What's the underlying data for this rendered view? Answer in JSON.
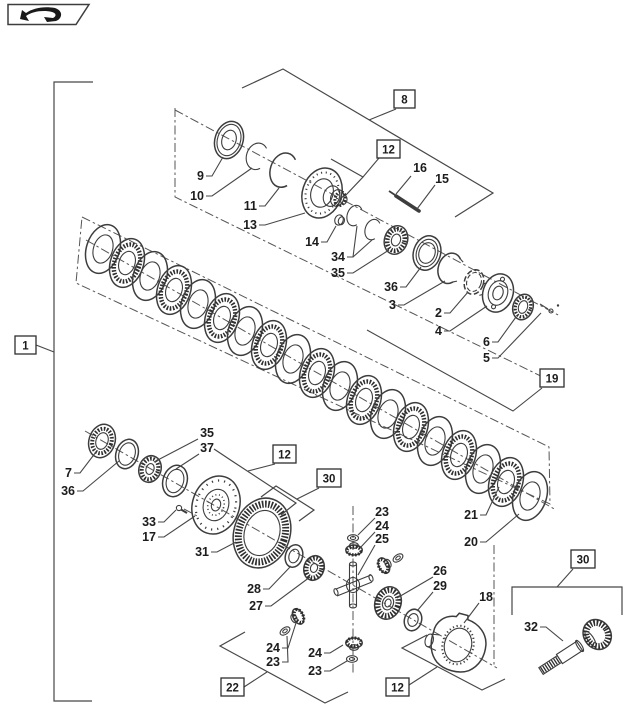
{
  "figure": {
    "kind": "exploded-parts-diagram"
  },
  "icons": {
    "brand": "flag-arrow-icon"
  },
  "boxed_callouts": {
    "b1": "1",
    "b8": "8",
    "b12_top": "12",
    "b19": "19",
    "b12_mid": "12",
    "b30_mid": "30",
    "b22": "22",
    "b12_bottom": "12",
    "b30_right": "30"
  },
  "part_callouts": {
    "p9": "9",
    "p10": "10",
    "p11": "11",
    "p13": "13",
    "p14": "14",
    "p34": "34",
    "p35_top": "35",
    "p36_top": "36",
    "p3": "3",
    "p2": "2",
    "p4": "4",
    "p6": "6",
    "p5": "5",
    "p16": "16",
    "p15": "15",
    "p21": "21",
    "p20": "20",
    "p7": "7",
    "p36_left": "36",
    "p35_left": "35",
    "p37": "37",
    "p33": "33",
    "p17": "17",
    "p31": "31",
    "p28": "28",
    "p27": "27",
    "p23_top": "23",
    "p24_top": "24",
    "p25": "25",
    "p26": "26",
    "p29": "29",
    "p24_left": "24",
    "p23_left": "23",
    "p24_mid": "24",
    "p23_mid": "23",
    "p18": "18",
    "p32": "32"
  }
}
